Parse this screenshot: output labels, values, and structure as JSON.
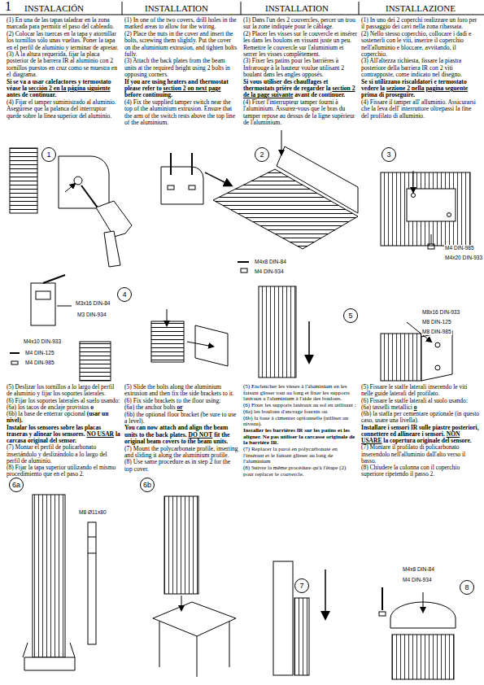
{
  "diagram": {
    "nodes": [
      {
        "text": [
          "1"
        ]
      },
      {
        "text": [
          "2"
        ]
      },
      {
        "text": [
          "3"
        ]
      },
      {
        "text": [
          "4"
        ]
      },
      {
        "text": [
          "5"
        ]
      },
      {
        "text": [
          "6a"
        ]
      },
      {
        "text": [
          "6b"
        ]
      },
      {
        "text": [
          "7"
        ]
      },
      {
        "text": [
          "8"
        ]
      }
    ],
    "labels": [
      "1",
      "INSTALACIÓN",
      "INSTALLATION",
      "INSTALLATION",
      "INSTALLAZIONE",
      "(1) En una de las tapas taladrar en la zona marcada para permitir el paso del cableado.",
      "(2) Colocar las tuercas en la tapa y atornillar los tornillos sólo unas vueltas. Poner la tapa en el perfil de aluminio y terminar de apretar.",
      "(3) A la altura requerida, fijar la placa posterior de la barrera IR al aluminio con 2 tornillos puestos en cruz como se muestra en el diagrama.",
      "Si se va a usar calefactores y termostato véase la",
      "sección 2 en la página siguiente",
      "antes de continuar.",
      "(4) Fijar el tamper suministrado al aluminio. Asegúrese que la palanca del interruptor quede sobre la línea superior del aluminio.",
      "(1) In one of the two covers, drill holes in the marked areas to allow for the wiring.",
      "(2) Place the nuts in the cover and insert the bolts, screwing them slightly. Put the cover on the aluminium extrusion, and tighten bolts fully.",
      "(3) Attach the back plates from the beam units at the required height using 2 bolts in opposing corners.",
      "If you are using heaters and thermostat please refer to",
      "section 2 on next page",
      "before continuing.",
      "(4) Fix the supplied tamper switch near the top of the aluminium extrusion. Ensure that the arm of the switch rests above the top line of the aluminium.",
      "(1) Dans l'un des 2 couvercles, percer un trou sur la zone indiquée pour le câblage.",
      "(2) Placer les visses sur le couvercle et insérer les dans les boulons en vissant juste un peu. Remettre le couvercle sur l'aluminium et serrer les visses complètement.",
      "(3) Fixer les patins pour les barrières à Infrarouge à la hauteur voulue utilisant 2 boulant dans les angles opposés.",
      "Si vous utiliser des chauffages et thermostats prière de regarder la",
      "section 2 de la page suivante",
      "avant de continuer.",
      "(4) Fixer l'interrupteur tamper fourni à l'aluminium. Assurez-vous que le bras du tamper repose au dessus de la ligne supérieur de l'aluminium.",
      "(1) In uno dei 2 coperchi realizzare un foro per il passaggio dei cavi nella zona ribassata.",
      "(2) Nello stesso coperchio, collocare i dadi e sostenerli con le viti, inserire il coperchio nell'alluminio e bloccare, avvitando, il coperchio.",
      "(3) All'altezza richiesta, fissare la piastra posteriore della barriera IR con 2 viti contrapposte, come indicato nel disegno.",
      "Se si utilizzano riscaldatori e termostato vedere la",
      "sezione 2 nella pagina seguente",
      "prima di proseguire.",
      "(4) Fissare il tamper all' alluminio. Assicurarsi che la leva dell' interruttore oltrepassi la fine del profilato di alluminio.",
      "M4x8 DIN-84",
      "M4 DIN-934",
      "M4 DIN-985",
      "M4x20 DIN-933",
      "M3x16 DIN-84",
      "M3 DIN-934",
      "M4x10 DIN-933",
      "M4 DIN-125",
      "M4 DIN-985",
      "M8x16 DIN-933",
      "M8 DIN-125",
      "M8 DIN-985",
      "(5) Deslizar los tornillos a lo largo del perfil de aluminio y fijar los soportes laterales.",
      "(6) Fijar los soportes laterales al suelo usando:",
      "(6a) los tacos de anclaje provistos",
      "o",
      "(6b) la base de enterrar opcional",
      "(usar un nivel).",
      "Instalar los sensores sobre las placas traseras y alinear los sensores.",
      "NO USAR",
      "la carcasa original del sensor.",
      "(7) Montar el perfil de policarbonato insertándolo y deslizándolo a lo largo del perfil de aluminio.",
      "(8) Fijar la tapa superior utilizando el mismo procedimiento que en el paso 2.",
      "(5) Slide the bolts along the aluminium extrusion and then fix the side brackets to it.",
      "(6) Fix side brackets to the floor using:",
      "(6a) the anchor bolts",
      "or",
      "(6b) the optional floor bracket (be sure to use a level).",
      "You can now attach and align the beam units to the back plates.",
      "DO NOT",
      "fit the original beam covers to the beam units.",
      "(7) Mount the polycarbonate profile, inserting and sliding it along the aluminium profile.",
      "(8) Use same procedure as in step 2 for the top cover.",
      "(5) Enclencher les visses à l'aluminium en les faisant glisser tout au long et fixer les supports latéraux a l'aluminium à l'aide des boulons.",
      "(6) Fixer les supports latéraux au sol en utilisant :",
      "(6a) les boulons d'ancrage fournis ou",
      "(6b) la base à cimenter optionnelle (utiliser un niveau).",
      "Installer les barrières IR sur les patins et les aligner. Ne pas utiliser la carcasse originale de la barrière IR.",
      "(7) Replacer la paroi en polycarbonate en l'insérant et le faisant glisser au long de l'aluminium",
      "(8) Suivre la même procédure qu'à l'étape (2) pour replacer le couvercle.",
      "(5) Fissare le staffe laterali inserendo le viti nelle guide laterali del profilato.",
      "(6) Fissare le staffe laterali al suolo usando:",
      "(6a) tasselli metallici",
      "o",
      "(6b) la staffa per cementare opzionale (in questo caso, usare una livella).",
      "Installare i sensori IR sulle piastre posteriori, connettere ed allineare i sensori.",
      "NON USARE",
      "la copertura originale del sensore.",
      "(7) Montare il profilato di policarbonato inserendolo nell'alluminio dall'alto verso il basso.",
      "(8) Chiudere la colonna con il coperchio superiore ripetendo il passo 2.",
      "M8 Ø11x80",
      "M4x8 DIN-84",
      "M4 DIN-934"
    ]
  }
}
